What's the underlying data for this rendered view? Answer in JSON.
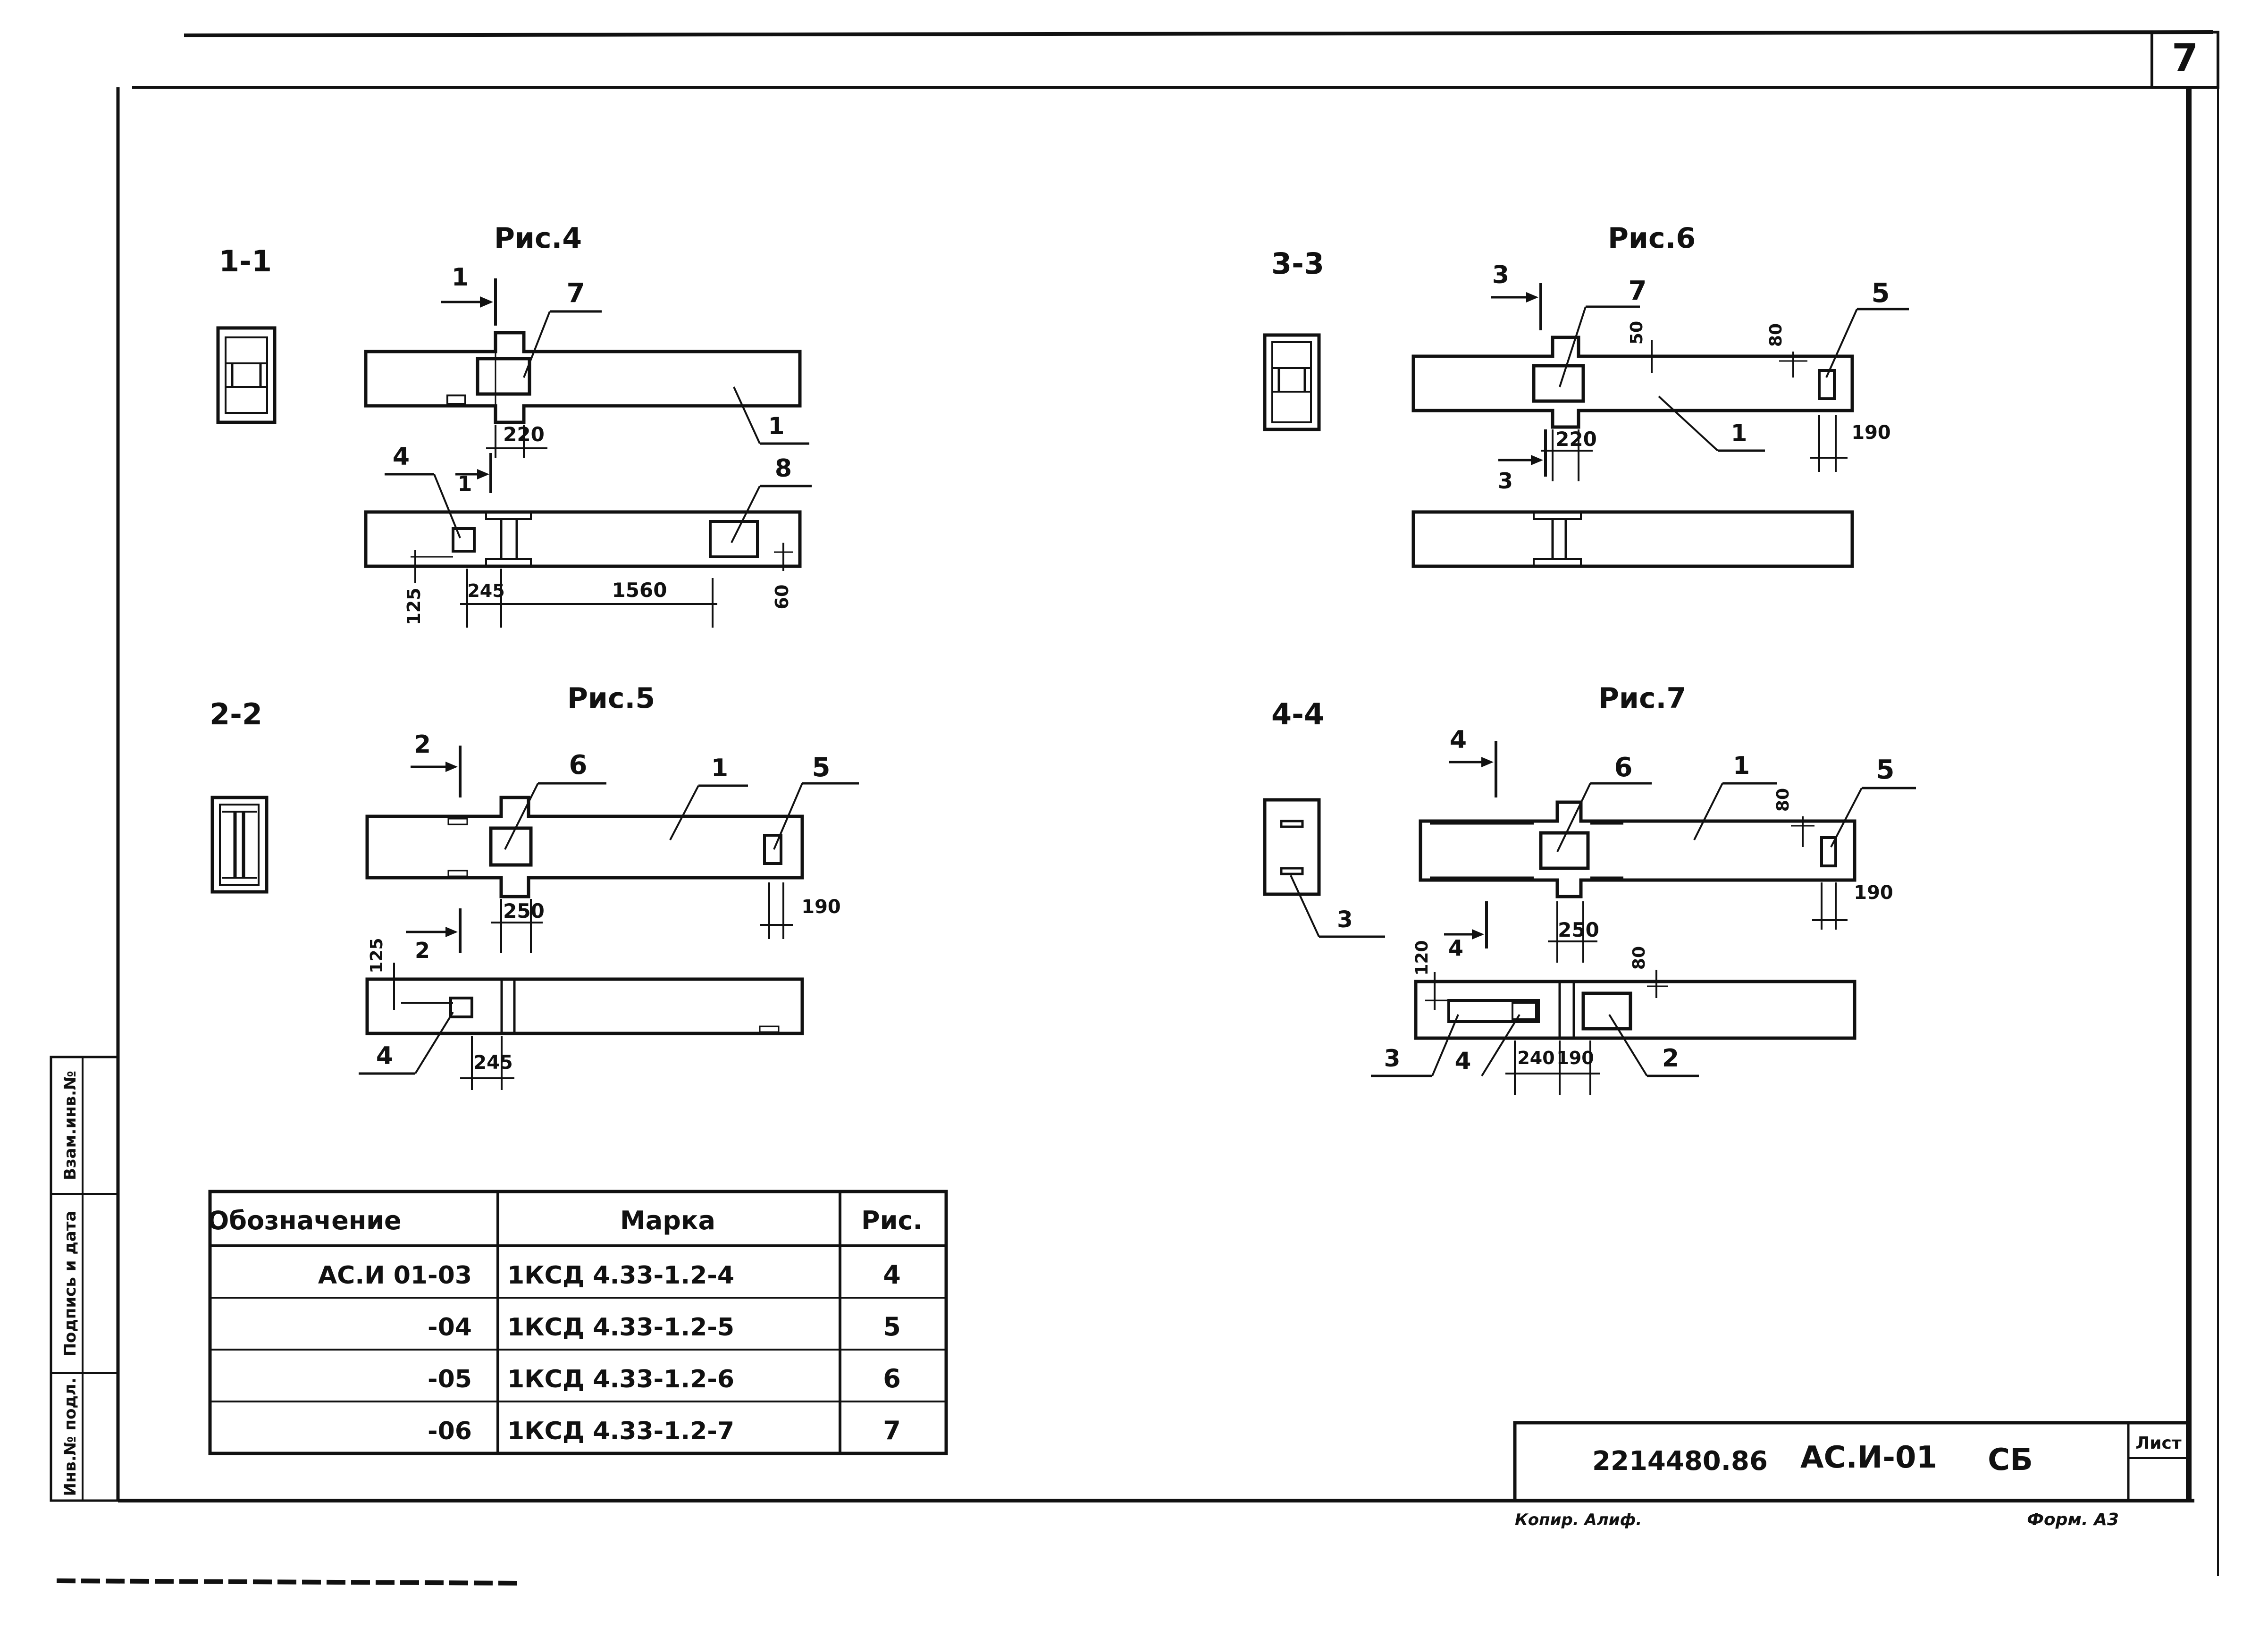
{
  "sheet": {
    "page_number": "7",
    "stamp_sides": [
      "Инв.№ подл.",
      "Подпись и дата",
      "Взам.инв.№"
    ]
  },
  "figures": [
    {
      "title": "Рис.4",
      "section": "1-1",
      "labels": {
        "cut": "1",
        "pos_top": "7",
        "pos_one": "1",
        "pos_bottom": "8",
        "pos_left": "4",
        "dim_top": "220",
        "dim_a": "245",
        "dim_b": "1560",
        "dim_left": "125",
        "dim_right": "60",
        "cut_lower": "1"
      }
    },
    {
      "title": "Рис.5",
      "section": "2-2",
      "labels": {
        "cut": "2",
        "pos_top": "6",
        "pos_one": "1",
        "pos_right": "5",
        "pos_left": "4",
        "dim_top": "250",
        "dim_right": "190",
        "dim_left": "125",
        "dim_bottom": "245",
        "cut_lower": "2"
      }
    },
    {
      "title": "Рис.6",
      "section": "3-3",
      "labels": {
        "cut": "3",
        "pos_top": "7",
        "pos_one": "1",
        "pos_right": "5",
        "dim_small": "50",
        "dim_small2": "80",
        "dim_top": "220",
        "dim_right": "190",
        "cut_lower": "3"
      }
    },
    {
      "title": "Рис.7",
      "section": "4-4",
      "labels": {
        "cut": "4",
        "pos_top": "6",
        "pos_one": "1",
        "pos_right": "5",
        "pos_section": "3",
        "dim_small": "80",
        "dim_right": "190",
        "dim_top": "250",
        "dim_left": "120",
        "dim_small2": "80",
        "pos_b1": "3",
        "pos_b2": "4",
        "dim_b1": "240",
        "dim_b2": "190",
        "pos_b3": "2",
        "cut_lower": "4"
      }
    }
  ],
  "table": {
    "headers": [
      "Обозначение",
      "Марка",
      "Рис."
    ],
    "rows": [
      [
        "АС.И 01-03",
        "1КСД 4.33-1.2-4",
        "4"
      ],
      [
        "-04",
        "1КСД 4.33-1.2-5",
        "5"
      ],
      [
        "-05",
        "1КСД 4.33-1.2-6",
        "6"
      ],
      [
        "-06",
        "1КСД 4.33-1.2-7",
        "7"
      ]
    ]
  },
  "title_block": {
    "code": "2214480.86",
    "doc": "АС.И-01",
    "stage": "СБ",
    "sheet_label": "Лист",
    "copied": "Копир. Алиф.",
    "format": "Форм. А3"
  }
}
